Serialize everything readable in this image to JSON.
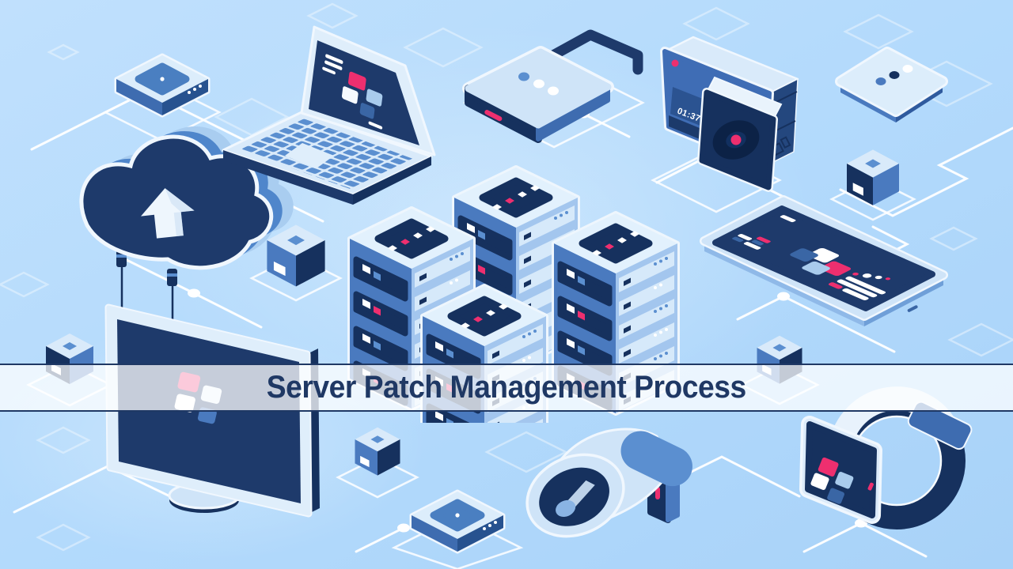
{
  "slide": {
    "title": "Server Patch Management Process"
  },
  "devices": {
    "camera": {
      "display_time": "01:37"
    },
    "list": [
      "wifi-router-box",
      "laptop",
      "locked-drive-padlock",
      "action-camera",
      "flat-hub-device",
      "cloud-upload",
      "server-rack-towers",
      "tablet",
      "desktop-monitor",
      "megaphone",
      "smartwatch",
      "isometric-cubes"
    ]
  },
  "colors": {
    "background": "#b3dafc",
    "navy": "#16315e",
    "medium_blue": "#4a7abf",
    "light_device": "#cfe4f8",
    "accent_pink": "#ee2f6f",
    "banner_fill": "rgba(255,255,255,0.75)",
    "banner_border": "#1f3864",
    "title_color": "#1f3864",
    "line_white": "#ffffff"
  }
}
